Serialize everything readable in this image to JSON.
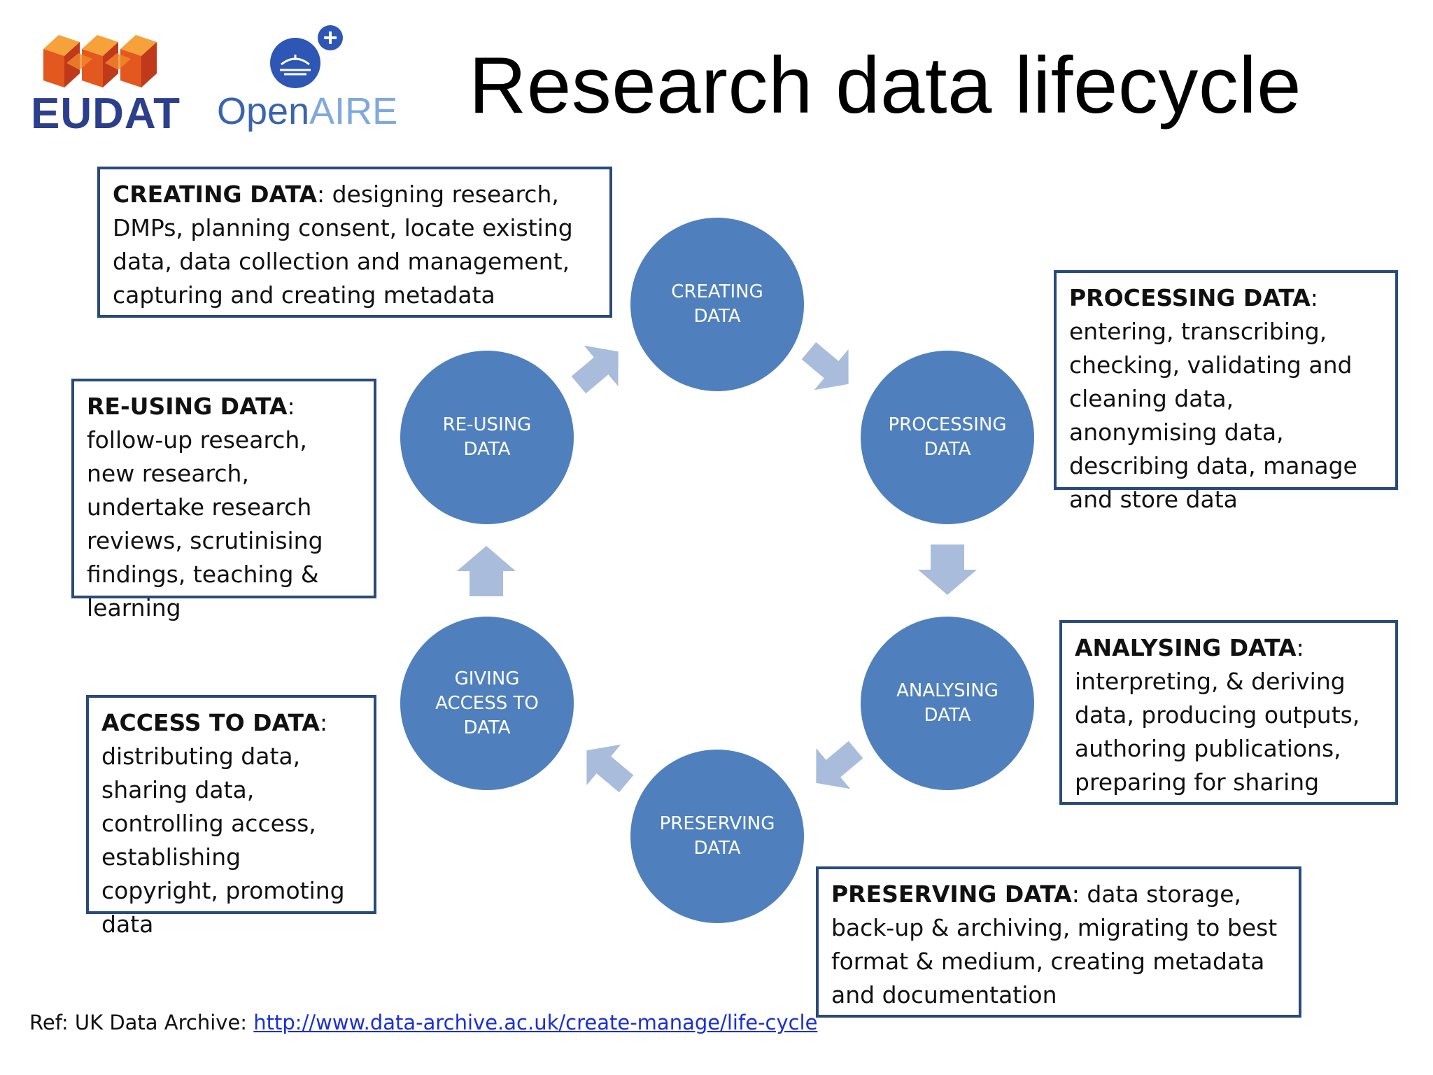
{
  "logos": {
    "eudat": "EUDAT",
    "openaire_open": "Open",
    "openaire_aire": "AIRE"
  },
  "title": "Research data lifecycle",
  "colors": {
    "circle_fill": "#4f80bd",
    "arrow_fill": "#a9bcdb",
    "box_border": "#2a4a7c",
    "link": "#1a2fd8"
  },
  "stages": [
    {
      "id": "creating",
      "label": "CREATING\nDATA"
    },
    {
      "id": "processing",
      "label": "PROCESSING\nDATA"
    },
    {
      "id": "analysing",
      "label": "ANALYSING\nDATA"
    },
    {
      "id": "preserving",
      "label": "PRESERVING\nDATA"
    },
    {
      "id": "giving-access",
      "label": "GIVING\nACCESS TO\nDATA"
    },
    {
      "id": "reusing",
      "label": "RE-USING\nDATA"
    }
  ],
  "descriptions": {
    "creating": {
      "heading": "CREATING DATA",
      "text": ": designing research, DMPs, planning consent, locate existing data, data collection and management, capturing and creating metadata"
    },
    "processing": {
      "heading": "PROCESSING DATA",
      "text": ": entering, transcribing, checking, validating and cleaning data, anonymising data, describing data, manage and store data"
    },
    "analysing": {
      "heading": "ANALYSING DATA",
      "text": ": interpreting, & deriving data, producing outputs, authoring publications, preparing for sharing"
    },
    "preserving": {
      "heading": "PRESERVING DATA",
      "text": ": data storage, back-up & archiving, migrating to best format & medium, creating metadata and documentation"
    },
    "access": {
      "heading": "ACCESS TO DATA",
      "text": ": distributing data, sharing data, controlling access, establishing copyright, promoting data"
    },
    "reusing": {
      "heading": "RE-USING DATA",
      "text": ": follow-up research, new research, undertake research reviews, scrutinising findings, teaching & learning"
    }
  },
  "reference": {
    "prefix": "Ref: UK Data Archive: ",
    "link_text": "http://www.data-archive.ac.uk/create-manage/life-cycle"
  }
}
